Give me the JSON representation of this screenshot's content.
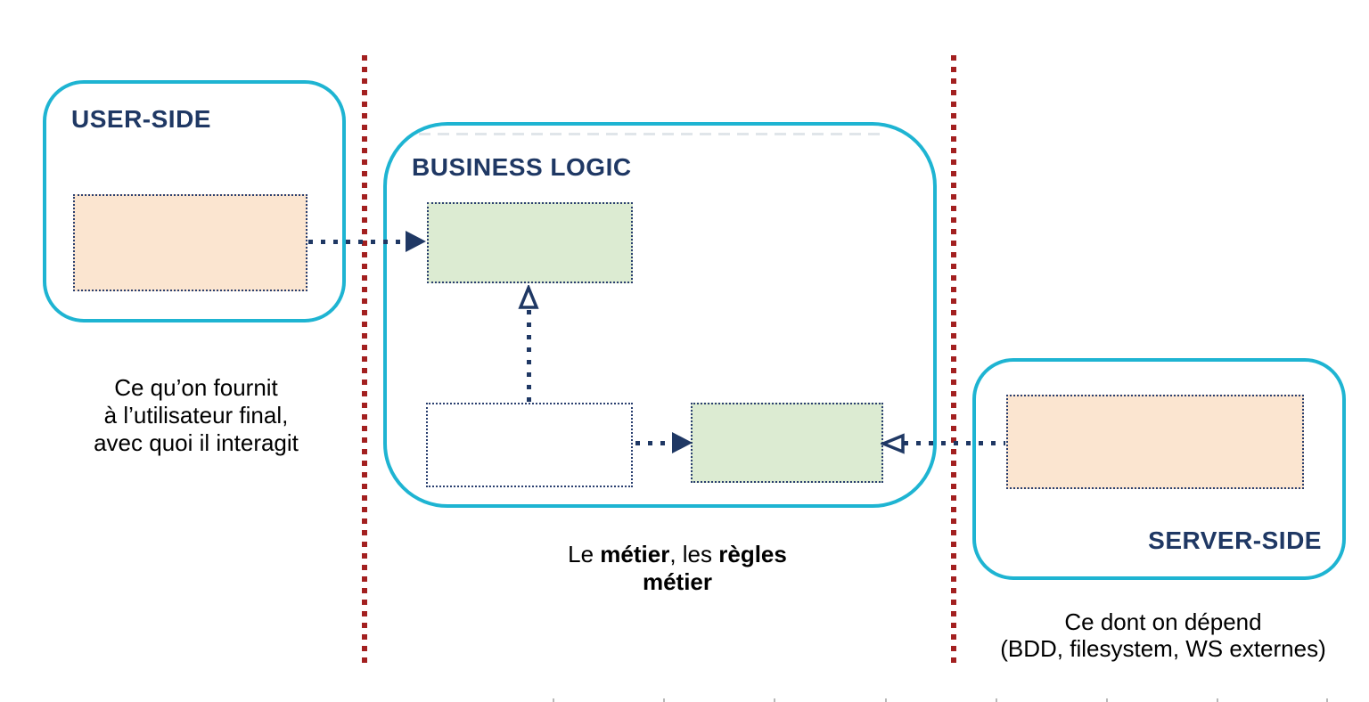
{
  "colors": {
    "accent_cyan": "#1eb4d2",
    "navy": "#1f3864",
    "separator_red": "#a32020",
    "peach_fill": "#fbe5d0",
    "green_fill": "#dcebd2",
    "caption_black": "#000000"
  },
  "user_side": {
    "title": "USER-SIDE",
    "caption_lines": [
      "Ce qu’on fournit",
      "à l’utilisateur final,",
      "avec quoi il interagit"
    ]
  },
  "business_logic": {
    "title": "BUSINESS LOGIC",
    "caption": {
      "line1": [
        {
          "text": "Le ",
          "bold": false
        },
        {
          "text": "métier",
          "bold": true
        },
        {
          "text": ", les ",
          "bold": false
        },
        {
          "text": "règles",
          "bold": true
        }
      ],
      "line2": [
        {
          "text": "métier",
          "bold": true
        }
      ]
    }
  },
  "server_side": {
    "title": "SERVER-SIDE",
    "caption_lines": [
      "Ce dont on dépend",
      "(BDD, filesystem, WS externes)"
    ]
  }
}
